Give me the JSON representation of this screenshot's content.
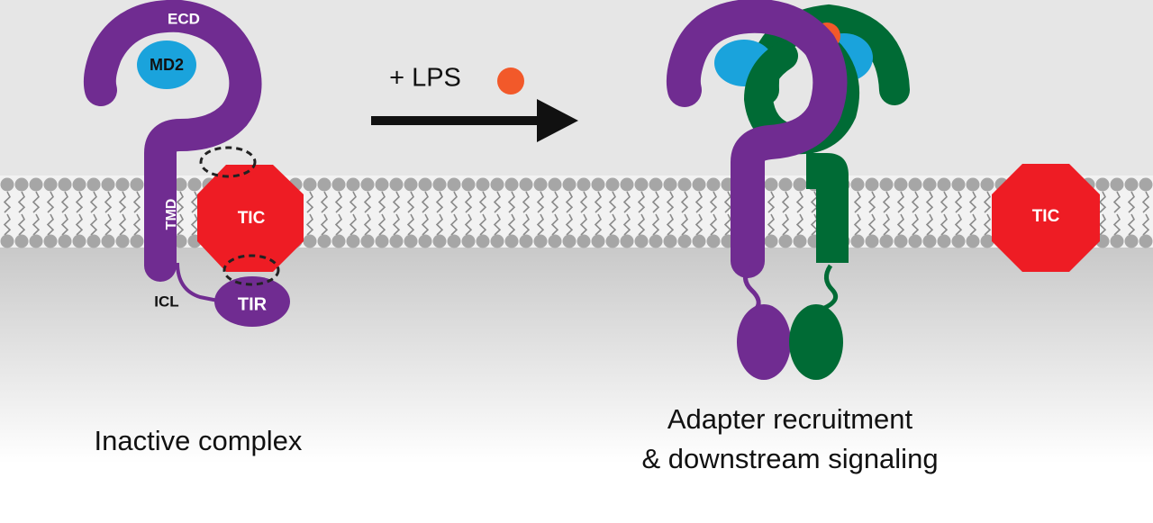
{
  "labels": {
    "ecd": "ECD",
    "md2": "MD2",
    "tmd": "TMD",
    "tic": "TIC",
    "icl": "ICL",
    "tir": "TIR",
    "tic_free": "TIC"
  },
  "arrow_label": "+ LPS",
  "captions": {
    "left": "Inactive complex",
    "right_line1": "Adapter recruitment",
    "right_line2": "& downstream signaling"
  },
  "colors": {
    "purple": "#702c91",
    "green": "#006b35",
    "md2_blue": "#1aa3dc",
    "tic_red": "#ee1c24",
    "lps_orange": "#f2592a",
    "lipid_head": "#a6a6a6",
    "lipid_tail": "#8a8a8a"
  }
}
